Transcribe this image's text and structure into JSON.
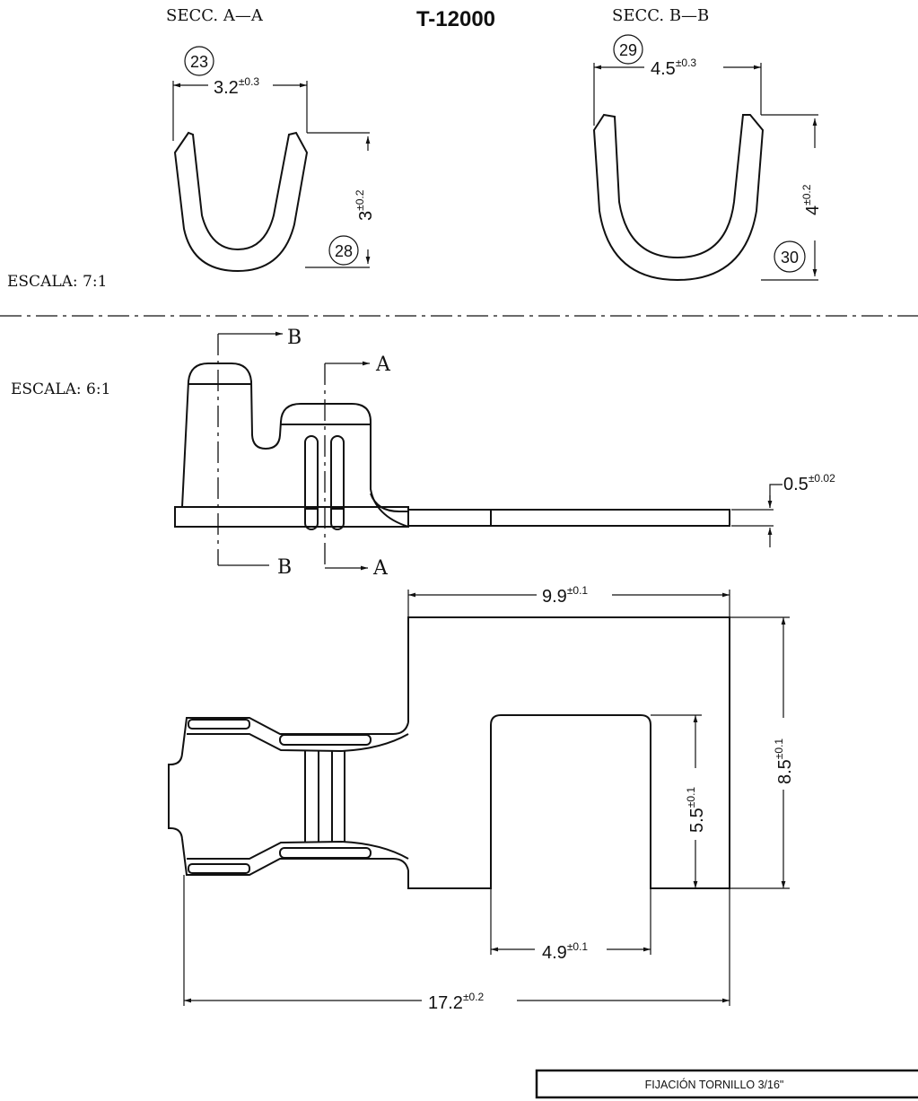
{
  "title": "T-12000",
  "section_aa": {
    "label": "SECC. A—A",
    "width_dim": {
      "value": "3.2",
      "tol": "±0.3",
      "balloon": "23"
    },
    "height_dim": {
      "value": "3",
      "tol": "±0.2",
      "balloon": "28"
    }
  },
  "section_bb": {
    "label": "SECC. B—B",
    "width_dim": {
      "value": "4.5",
      "tol": "±0.3",
      "balloon": "29"
    },
    "height_dim": {
      "value": "4",
      "tol": "±0.2",
      "balloon": "30"
    }
  },
  "scale_top": "ESCALA: 7:1",
  "scale_side": "ESCALA: 6:1",
  "section_markers": {
    "b": "B",
    "a": "A"
  },
  "side_view": {
    "thickness": {
      "value": "0.5",
      "tol": "±0.02"
    }
  },
  "plan_view": {
    "width_top": {
      "value": "9.9",
      "tol": "±0.1"
    },
    "height_total": {
      "value": "8.5",
      "tol": "±0.1"
    },
    "slot_depth": {
      "value": "5.5",
      "tol": "±0.1"
    },
    "slot_width": {
      "value": "4.9",
      "tol": "±0.1"
    },
    "length_total": {
      "value": "17.2",
      "tol": "±0.2"
    }
  },
  "title_block": "FIJACIÓN TORNILLO 3/16\""
}
